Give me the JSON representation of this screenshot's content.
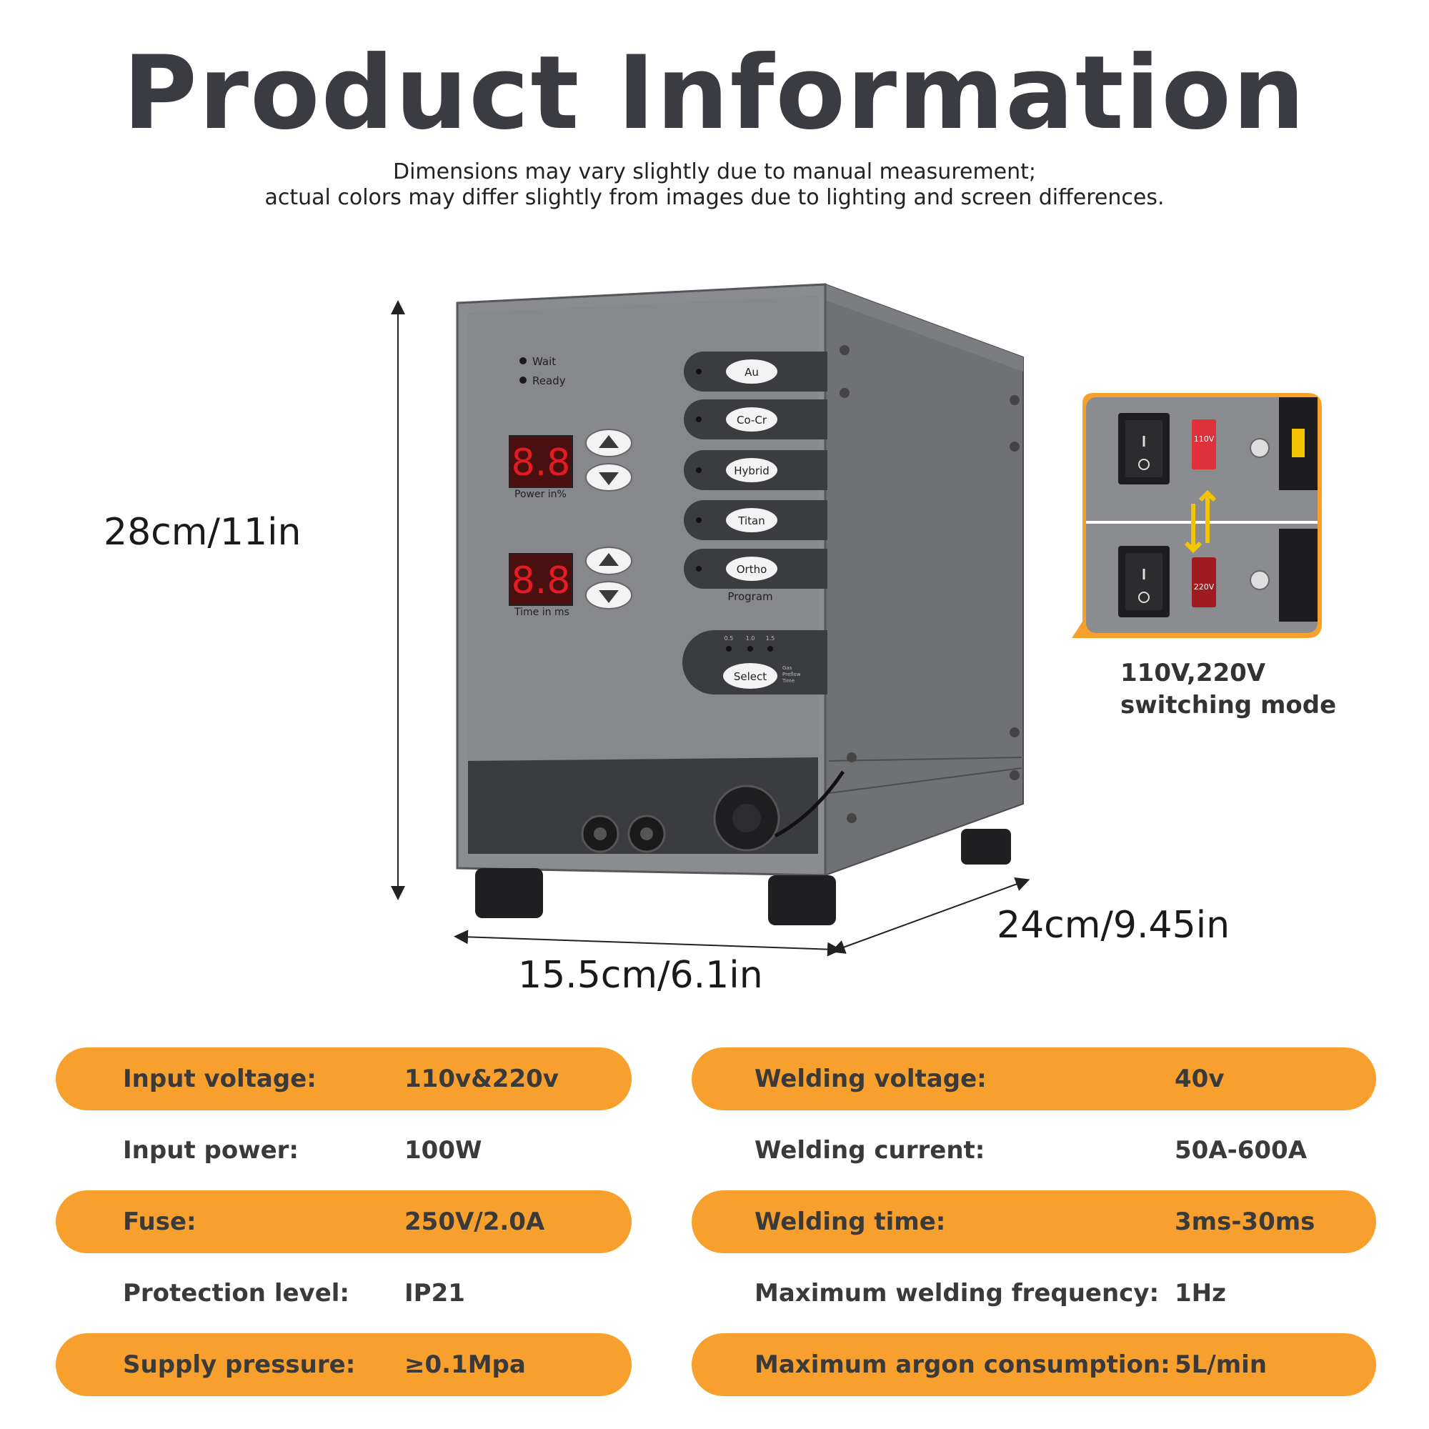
{
  "header": {
    "title": "Product Information",
    "subtitle_line1": "Dimensions may vary slightly due to manual measurement;",
    "subtitle_line2": "actual colors may differ slightly from images due to lighting and screen differences."
  },
  "dimensions": {
    "height": "28cm/11in",
    "depth": "24cm/9.45in",
    "width": "15.5cm/6.1in"
  },
  "device": {
    "indicators": [
      "Wait",
      "Ready"
    ],
    "power_display": "8.8",
    "power_label": "Power in%",
    "time_display": "8.8",
    "time_label": "Time in ms",
    "programs": [
      "Au",
      "Co-Cr",
      "Hybrid",
      "Titan",
      "Ortho"
    ],
    "program_label": "Program",
    "select_scale": [
      "0.5",
      "1.0",
      "1.5"
    ],
    "select_button": "Select",
    "select_side_text": [
      "Gas",
      "Preflow",
      "Time"
    ]
  },
  "inset": {
    "switch_top": "110V",
    "switch_bottom": "220V",
    "caption_line1": "110V,220V",
    "caption_line2": "switching mode"
  },
  "specs_left": [
    {
      "label": "Input voltage:",
      "value": "110v&220v"
    },
    {
      "label": "Input power:",
      "value": "100W"
    },
    {
      "label": "Fuse:",
      "value": "250V/2.0A"
    },
    {
      "label": "Protection level:",
      "value": "IP21"
    },
    {
      "label": "Supply pressure:",
      "value": "≥0.1Mpa"
    }
  ],
  "specs_right": [
    {
      "label": "Welding voltage:",
      "value": "40v"
    },
    {
      "label": "Welding current:",
      "value": "50A-600A"
    },
    {
      "label": "Welding time:",
      "value": "3ms-30ms"
    },
    {
      "label": "Maximum welding frequency:",
      "value": "1Hz"
    },
    {
      "label": "Maximum argon consumption:",
      "value": "5L/min"
    }
  ],
  "colors": {
    "accent_orange": "#f7a02d",
    "device_gray": "#7f8185",
    "panel_dark": "#3b3c40",
    "display_red": "#d8141c"
  }
}
